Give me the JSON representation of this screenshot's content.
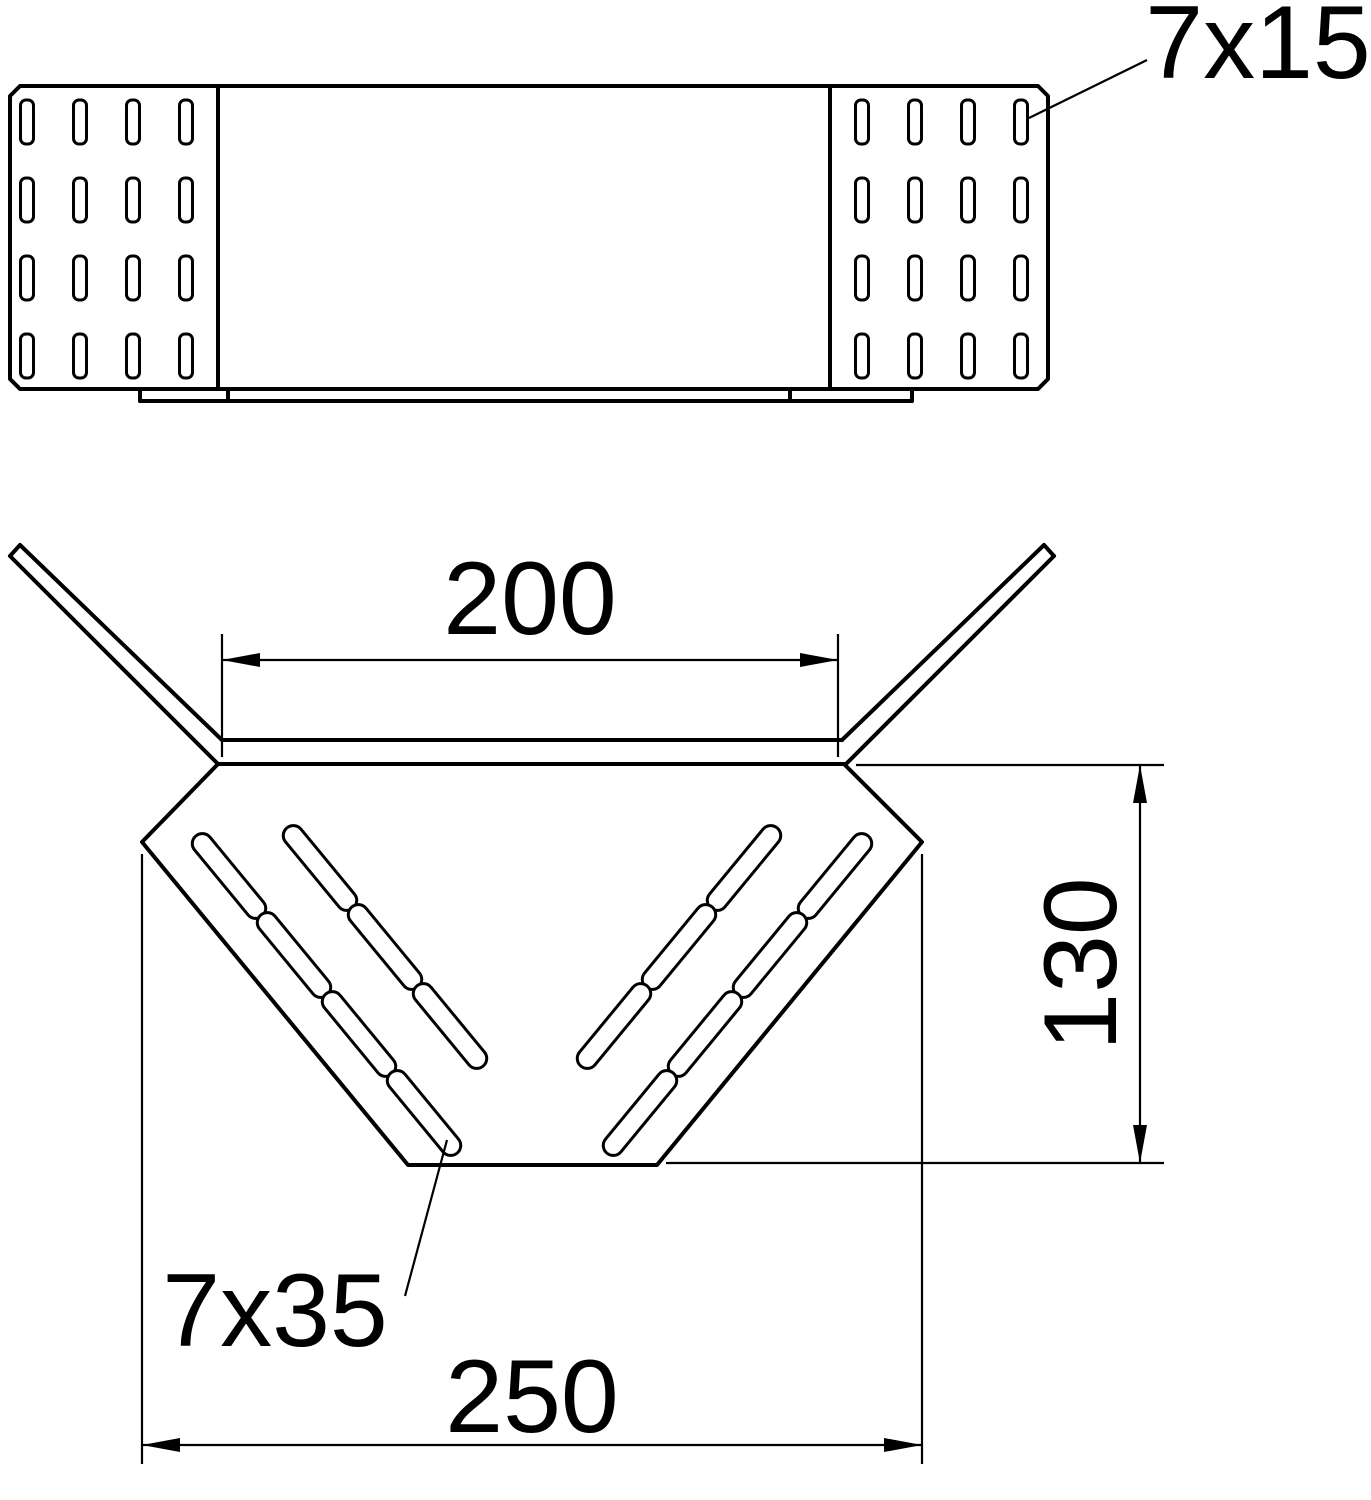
{
  "sheet": {
    "background": "#ffffff",
    "line_color": "#000000"
  },
  "labels": {
    "rail_perforation": "7x15",
    "base_perforation": "7x35"
  },
  "dimensions": {
    "inner_width": "200",
    "height": "130",
    "outer_width": "250"
  }
}
